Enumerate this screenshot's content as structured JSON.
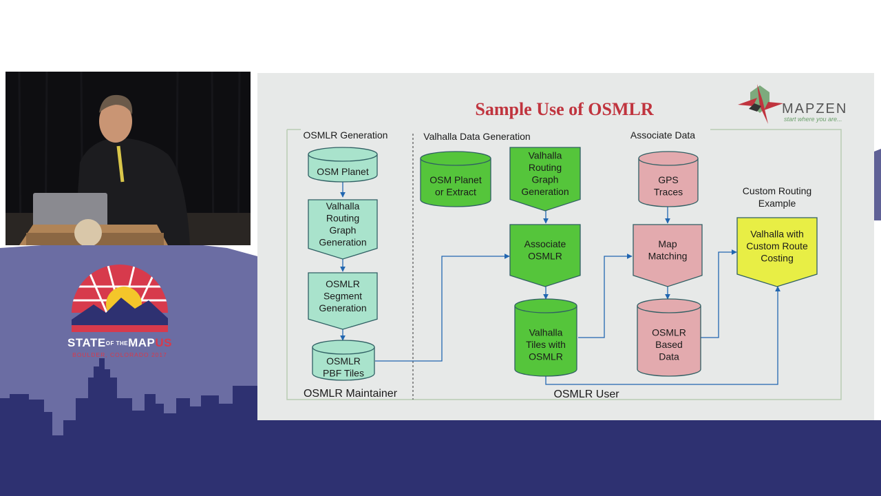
{
  "conference": {
    "name_part1": "STATE",
    "name_of": "OF",
    "name_the": "THE",
    "name_part2": "MAP",
    "name_part3": "US",
    "location": "BOULDER, COLORADO 2017"
  },
  "slide": {
    "title": "Sample Use of OSMLR",
    "brand": {
      "name": "MAPZEN",
      "tagline": "start where you are..."
    },
    "sections": {
      "generation": "OSMLR Generation",
      "valhalla_data": "Valhalla Data Generation",
      "associate": "Associate Data",
      "custom_routing_line1": "Custom Routing",
      "custom_routing_line2": "Example"
    },
    "roles": {
      "maintainer": "OSMLR Maintainer",
      "user": "OSMLR User"
    },
    "nodes": {
      "osm_planet": [
        "OSM Planet"
      ],
      "valhalla_graph_1": [
        "Valhalla",
        "Routing",
        "Graph",
        "Generation"
      ],
      "segment_gen": [
        "OSMLR",
        "Segment",
        "Generation"
      ],
      "pbf_tiles": [
        "OSMLR",
        "PBF Tiles"
      ],
      "osm_extract": [
        "OSM Planet",
        "or Extract"
      ],
      "valhalla_graph_2": [
        "Valhalla",
        "Routing",
        "Graph",
        "Generation"
      ],
      "associate_osmlr": [
        "Associate",
        "OSMLR"
      ],
      "valhalla_tiles": [
        "Valhalla",
        "Tiles with",
        "OSMLR"
      ],
      "gps_traces": [
        "GPS",
        "Traces"
      ],
      "map_matching": [
        "Map",
        "Matching"
      ],
      "osmlr_based": [
        "OSMLR",
        "Based",
        "Data"
      ],
      "custom_costing": [
        "Valhalla with",
        "Custom Route",
        "Costing"
      ]
    },
    "colors": {
      "teal": "#a9e3cc",
      "green": "#55c53b",
      "pink": "#e3aaae",
      "yellow": "#e8ee45",
      "title_red": "#c0343e",
      "arrow_blue": "#2166b0"
    }
  }
}
